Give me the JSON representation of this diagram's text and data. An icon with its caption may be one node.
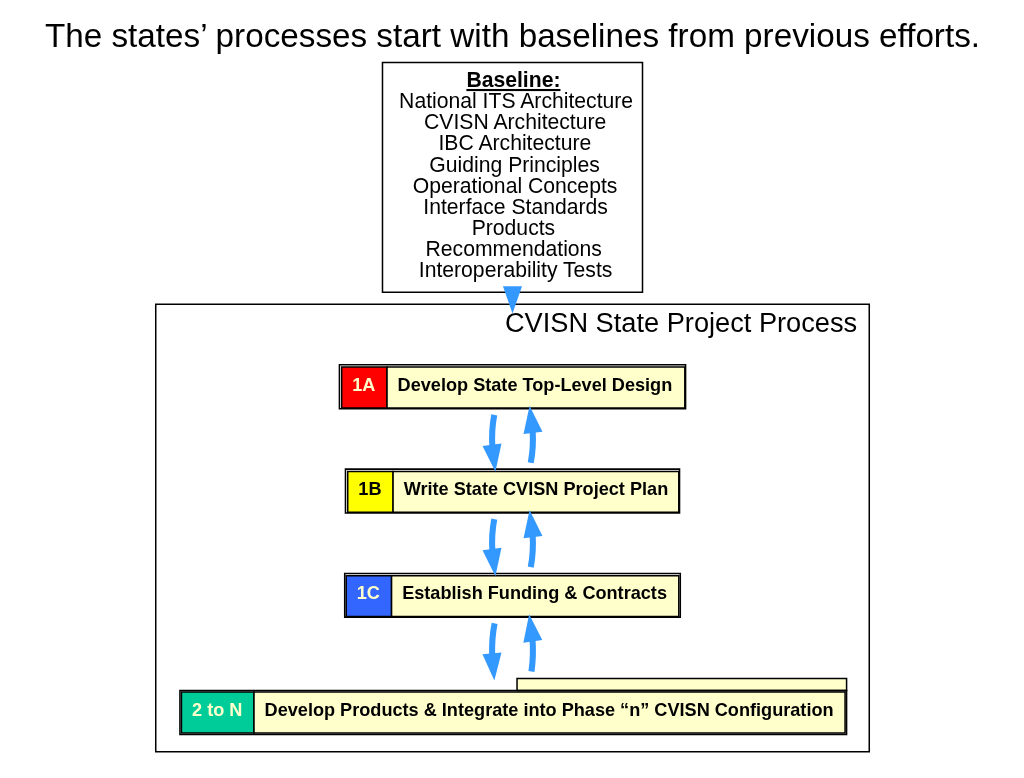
{
  "diagram": {
    "title": "The states’ processes start with baselines from previous efforts.",
    "nodes": [
      {
        "text": [
          "Baseline:",
          "National ITS Architecture",
          "CVISN Architecture",
          "IBC Architecture",
          "Guiding Principles",
          "Operational Concepts",
          "Interface Standards",
          "Products",
          "Recommendations",
          "Interoperability Tests"
        ]
      },
      {
        "text": [
          "CVISN State Project Process"
        ]
      },
      {
        "text": [
          "1A",
          "Develop State Top-Level Design"
        ],
        "in": 1
      },
      {
        "text": [
          "1B",
          "Write State CVISN Project Plan"
        ],
        "in": 1
      },
      {
        "text": [
          "1C",
          "Establish Funding & Contracts"
        ],
        "in": 1
      },
      {
        "text": [
          "2 to N",
          "Develop Products & Integrate into Phase “n” CVISN Configuration"
        ],
        "in": 1
      }
    ],
    "edges": [
      {
        "from": 0,
        "to": 1,
        "arrow": "to"
      },
      {
        "from": 2,
        "to": 3,
        "arrow": "to"
      },
      {
        "from": 3,
        "to": 2,
        "arrow": "to"
      },
      {
        "from": 3,
        "to": 4,
        "arrow": "to"
      },
      {
        "from": 4,
        "to": 3,
        "arrow": "to"
      },
      {
        "from": 4,
        "to": 5,
        "arrow": "to"
      },
      {
        "from": 5,
        "to": 4,
        "arrow": "to"
      }
    ]
  }
}
